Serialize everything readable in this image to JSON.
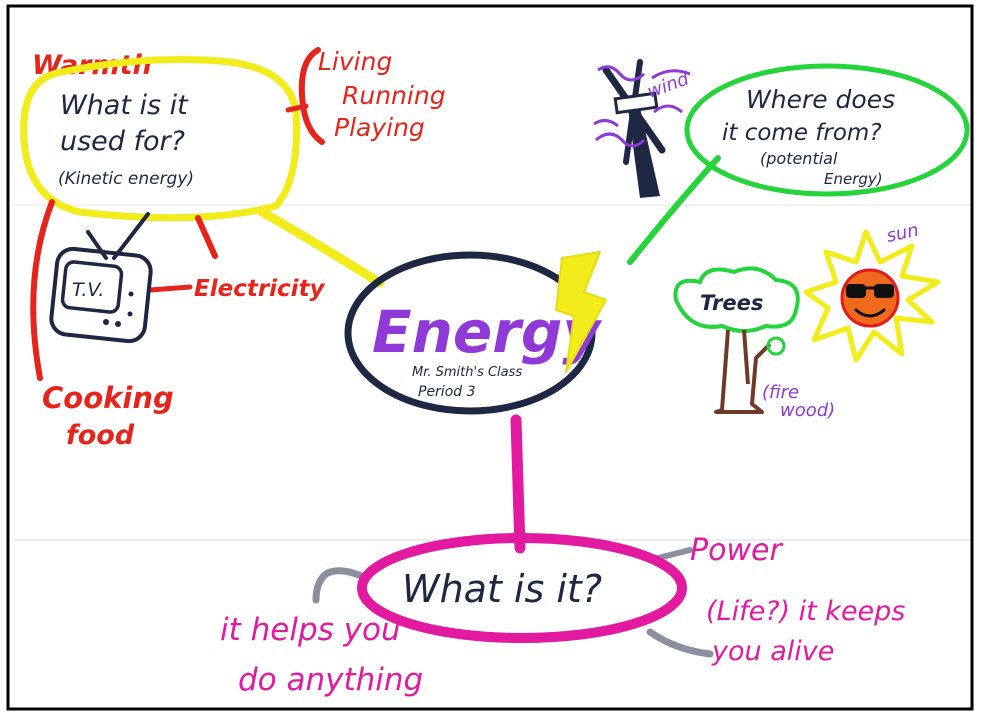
{
  "colors": {
    "frame": "#000000",
    "yellow": "#f3ec1c",
    "green": "#24d43a",
    "magenta": "#e21aa0",
    "navy": "#1e2744",
    "red": "#e5251c",
    "purple": "#8f3ad6",
    "brown": "#6e3b2b",
    "grey": "#8b8fa0",
    "sun_face": "#f06a1e"
  },
  "center": {
    "title": "Energy",
    "subtitle_line1": "Mr. Smith's Class",
    "subtitle_line2": "Period 3",
    "icon": "lightning-bolt-icon"
  },
  "used_for": {
    "heading": "Warmth",
    "question_line1": "What is it",
    "question_line2": "used for?",
    "question_line3": "(Kinetic energy)",
    "items": [
      "Living",
      "Running",
      "Playing"
    ],
    "electricity": "Electricity",
    "tv_label": "T.V.",
    "cooking_line1": "Cooking",
    "cooking_line2": "food",
    "icon": "television-icon"
  },
  "comes_from": {
    "question_line1": "Where does",
    "question_line2": "it come from?",
    "question_line3": "(potential",
    "question_line4": "Energy)",
    "wind_label": "wind",
    "sun_label": "sun",
    "trees_label": "Trees",
    "firewood_line1": "(fire",
    "firewood_line2": "wood)",
    "icons": [
      "wind-turbine-icon",
      "tree-icon",
      "sun-with-sunglasses-icon"
    ]
  },
  "what_is_it": {
    "question": "What is it?",
    "power": "Power",
    "life_line1": "(Life?) it keeps",
    "life_line2": "you alive",
    "helps_line1": "it helps you",
    "helps_line2": "do anything"
  }
}
